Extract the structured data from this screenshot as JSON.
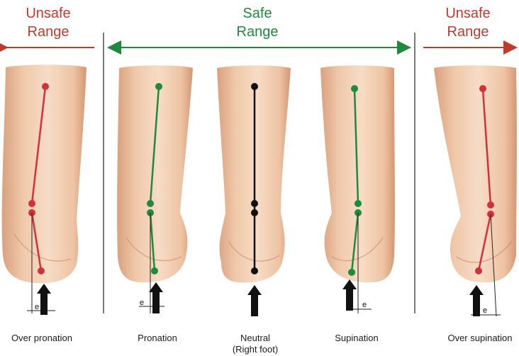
{
  "header": {
    "left_range": [
      "Unsafe",
      "Range"
    ],
    "center_range": [
      "Safe",
      "Range"
    ],
    "right_range": [
      "Unsafe",
      "Range"
    ]
  },
  "colors": {
    "unsafe": "#c0392b",
    "safe": "#1f8a3b",
    "neutral": "#111111",
    "divider": "#7a7a7a",
    "skin_light": "#f3d6be",
    "skin_dark": "#d9a17e"
  },
  "feet": [
    {
      "name": "over-pronation",
      "caption": "Over pronation",
      "marker": "e",
      "color_key": "unsafe"
    },
    {
      "name": "pronation",
      "caption": "Pronation",
      "marker": "e",
      "color_key": "safe"
    },
    {
      "name": "neutral",
      "caption": "Neutral",
      "caption_sub": "(Right foot)",
      "color_key": "neutral"
    },
    {
      "name": "supination",
      "caption": "Supination",
      "marker": "e",
      "color_key": "safe"
    },
    {
      "name": "over-supination",
      "caption": "Over supination",
      "marker": "e",
      "color_key": "unsafe"
    }
  ]
}
